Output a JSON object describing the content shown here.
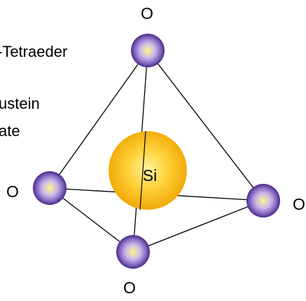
{
  "text_lines": [
    "-Tetraeder",
    "ustein",
    "ate"
  ],
  "atoms": {
    "center": {
      "label": "Si"
    },
    "top": {
      "label": "O"
    },
    "left": {
      "label": "O"
    },
    "right": {
      "label": "O"
    },
    "bottom": {
      "label": "O"
    }
  },
  "colors": {
    "oxygen_outer": "#4a2a86",
    "oxygen_mid": "#8a6fc6",
    "oxygen_core": "#fff68a",
    "silicon_outer": "#f0a400",
    "silicon_mid": "#ffd23a",
    "silicon_core": "#fff3a0",
    "bond": "#000000",
    "text": "#000000"
  }
}
